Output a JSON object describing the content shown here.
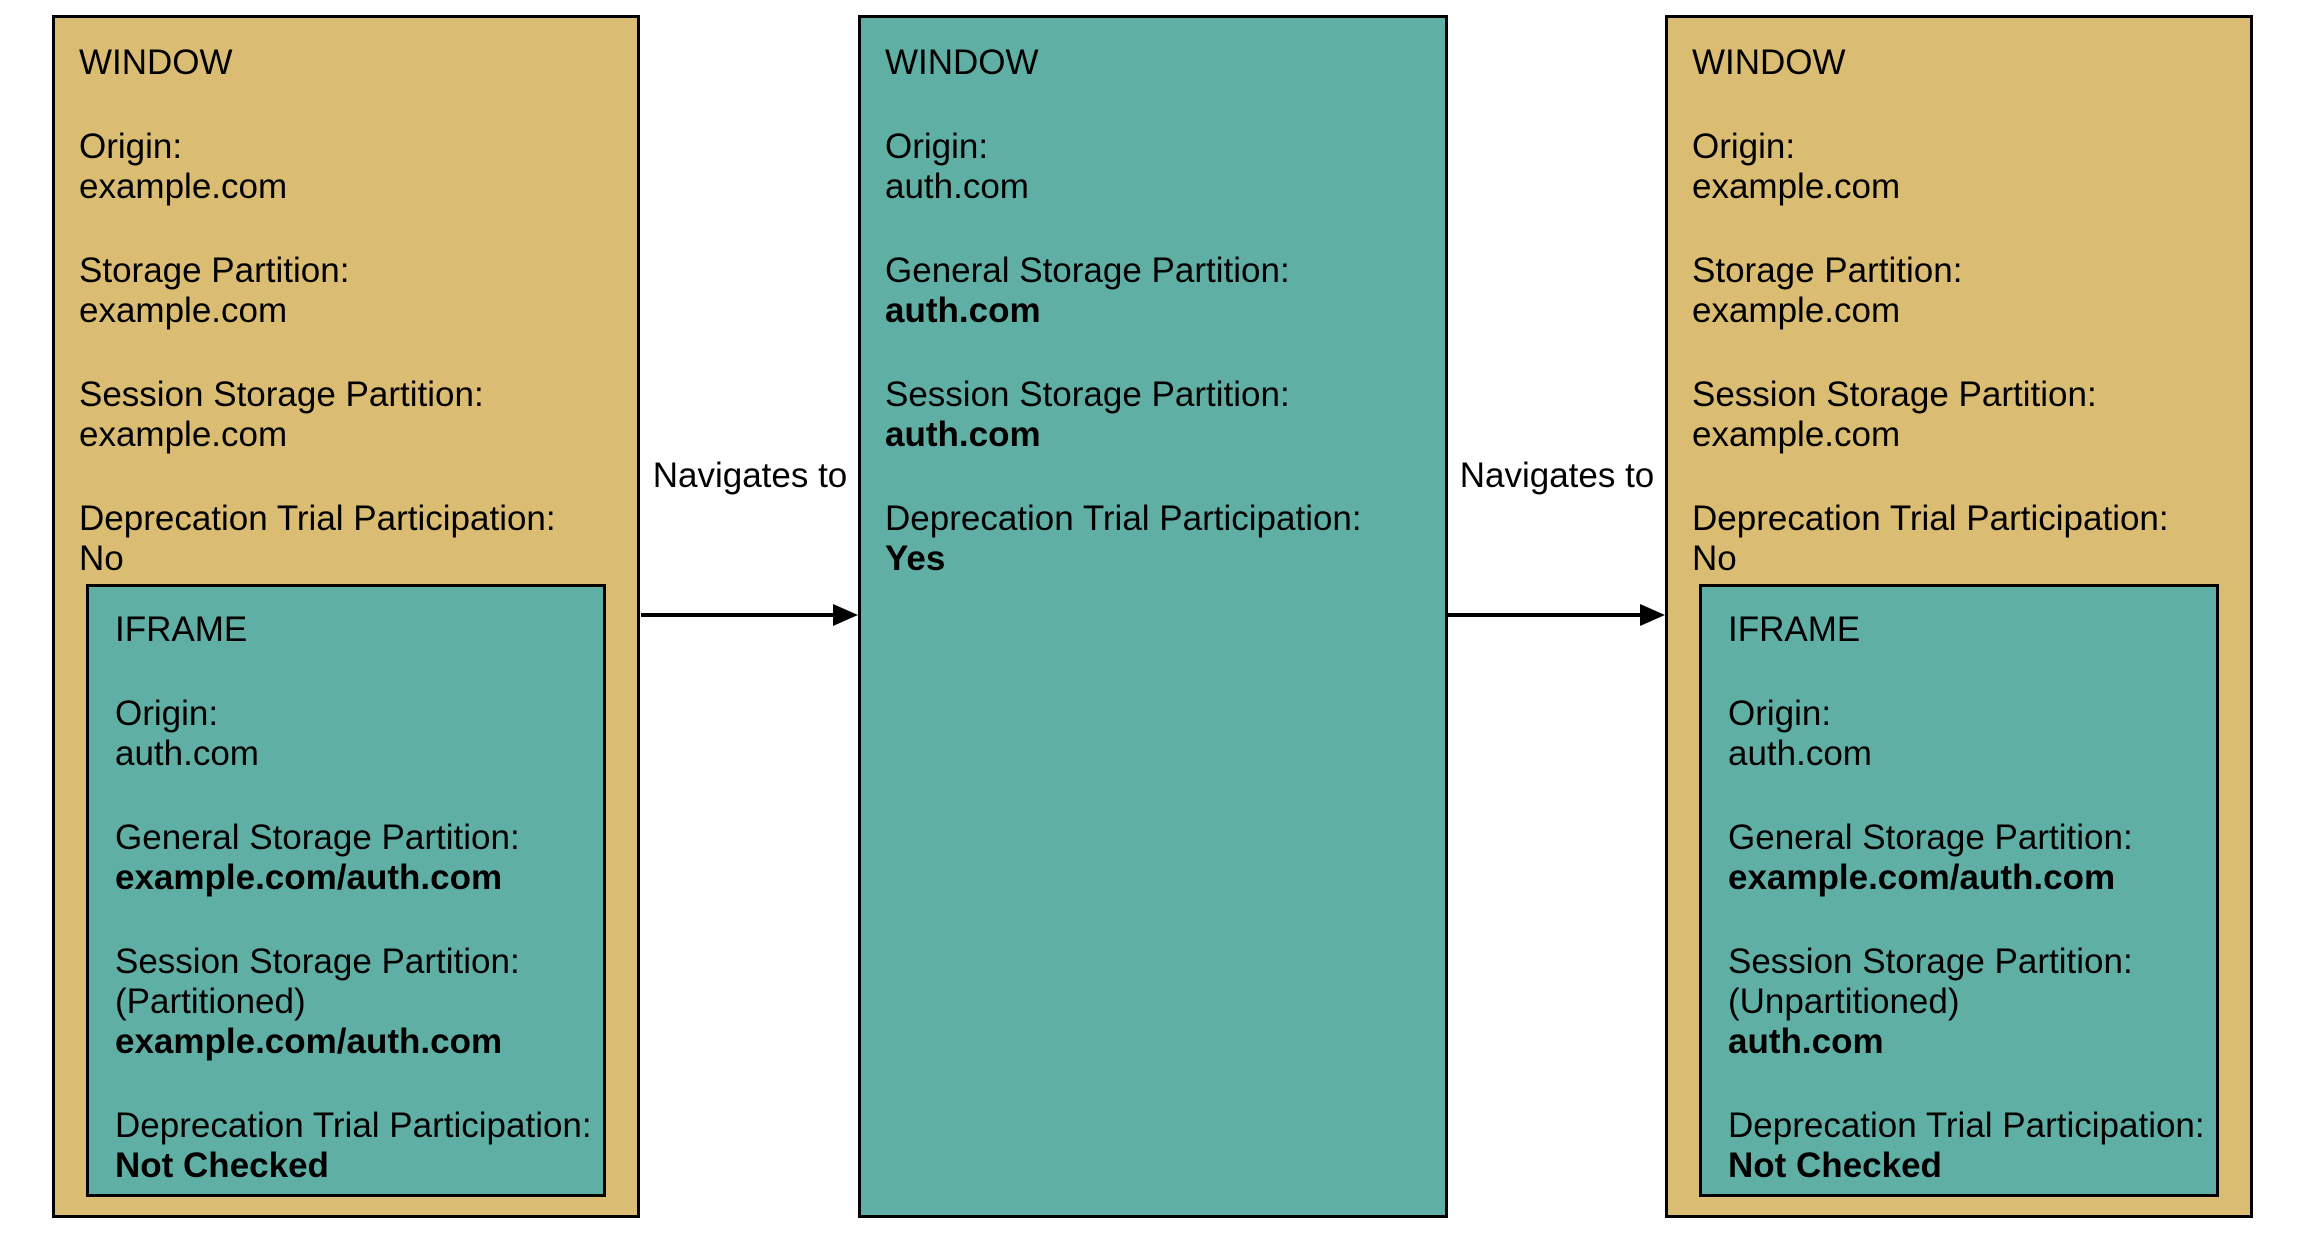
{
  "colors": {
    "window_fill": "#DABC72",
    "frame_fill": "#60AFA5",
    "border": "#000000",
    "background": "#FFFFFF"
  },
  "arrows": [
    {
      "label": "Navigates to"
    },
    {
      "label": "Navigates to"
    }
  ],
  "nodes": [
    {
      "title": "WINDOW",
      "fields": [
        {
          "label": "Origin:",
          "value": "example.com"
        },
        {
          "label": "Storage Partition:",
          "value": "example.com"
        },
        {
          "label": "Session Storage Partition:",
          "value": "example.com"
        },
        {
          "label": "Deprecation Trial Participation:",
          "value": "No"
        }
      ],
      "iframe": {
        "title": "IFRAME",
        "fields": [
          {
            "label": "Origin:",
            "value": "auth.com"
          },
          {
            "label": "General Storage Partition:",
            "value": "example.com/auth.com"
          },
          {
            "label": "Session Storage Partition:",
            "note": "(Partitioned)",
            "value": "example.com/auth.com"
          },
          {
            "label": "Deprecation Trial Participation:",
            "value": "Not Checked"
          }
        ]
      }
    },
    {
      "title": "WINDOW",
      "fields": [
        {
          "label": "Origin:",
          "value": "auth.com"
        },
        {
          "label": "General Storage Partition:",
          "value": "auth.com"
        },
        {
          "label": "Session Storage Partition:",
          "value": "auth.com"
        },
        {
          "label": "Deprecation Trial Participation:",
          "value": "Yes"
        }
      ]
    },
    {
      "title": "WINDOW",
      "fields": [
        {
          "label": "Origin:",
          "value": "example.com"
        },
        {
          "label": "Storage Partition:",
          "value": "example.com"
        },
        {
          "label": "Session Storage Partition:",
          "value": "example.com"
        },
        {
          "label": "Deprecation Trial Participation:",
          "value": "No"
        }
      ],
      "iframe": {
        "title": "IFRAME",
        "fields": [
          {
            "label": "Origin:",
            "value": "auth.com"
          },
          {
            "label": "General Storage Partition:",
            "value": "example.com/auth.com"
          },
          {
            "label": "Session Storage Partition:",
            "note": "(Unpartitioned)",
            "value": "auth.com"
          },
          {
            "label": "Deprecation Trial Participation:",
            "value": "Not Checked"
          }
        ]
      }
    }
  ]
}
